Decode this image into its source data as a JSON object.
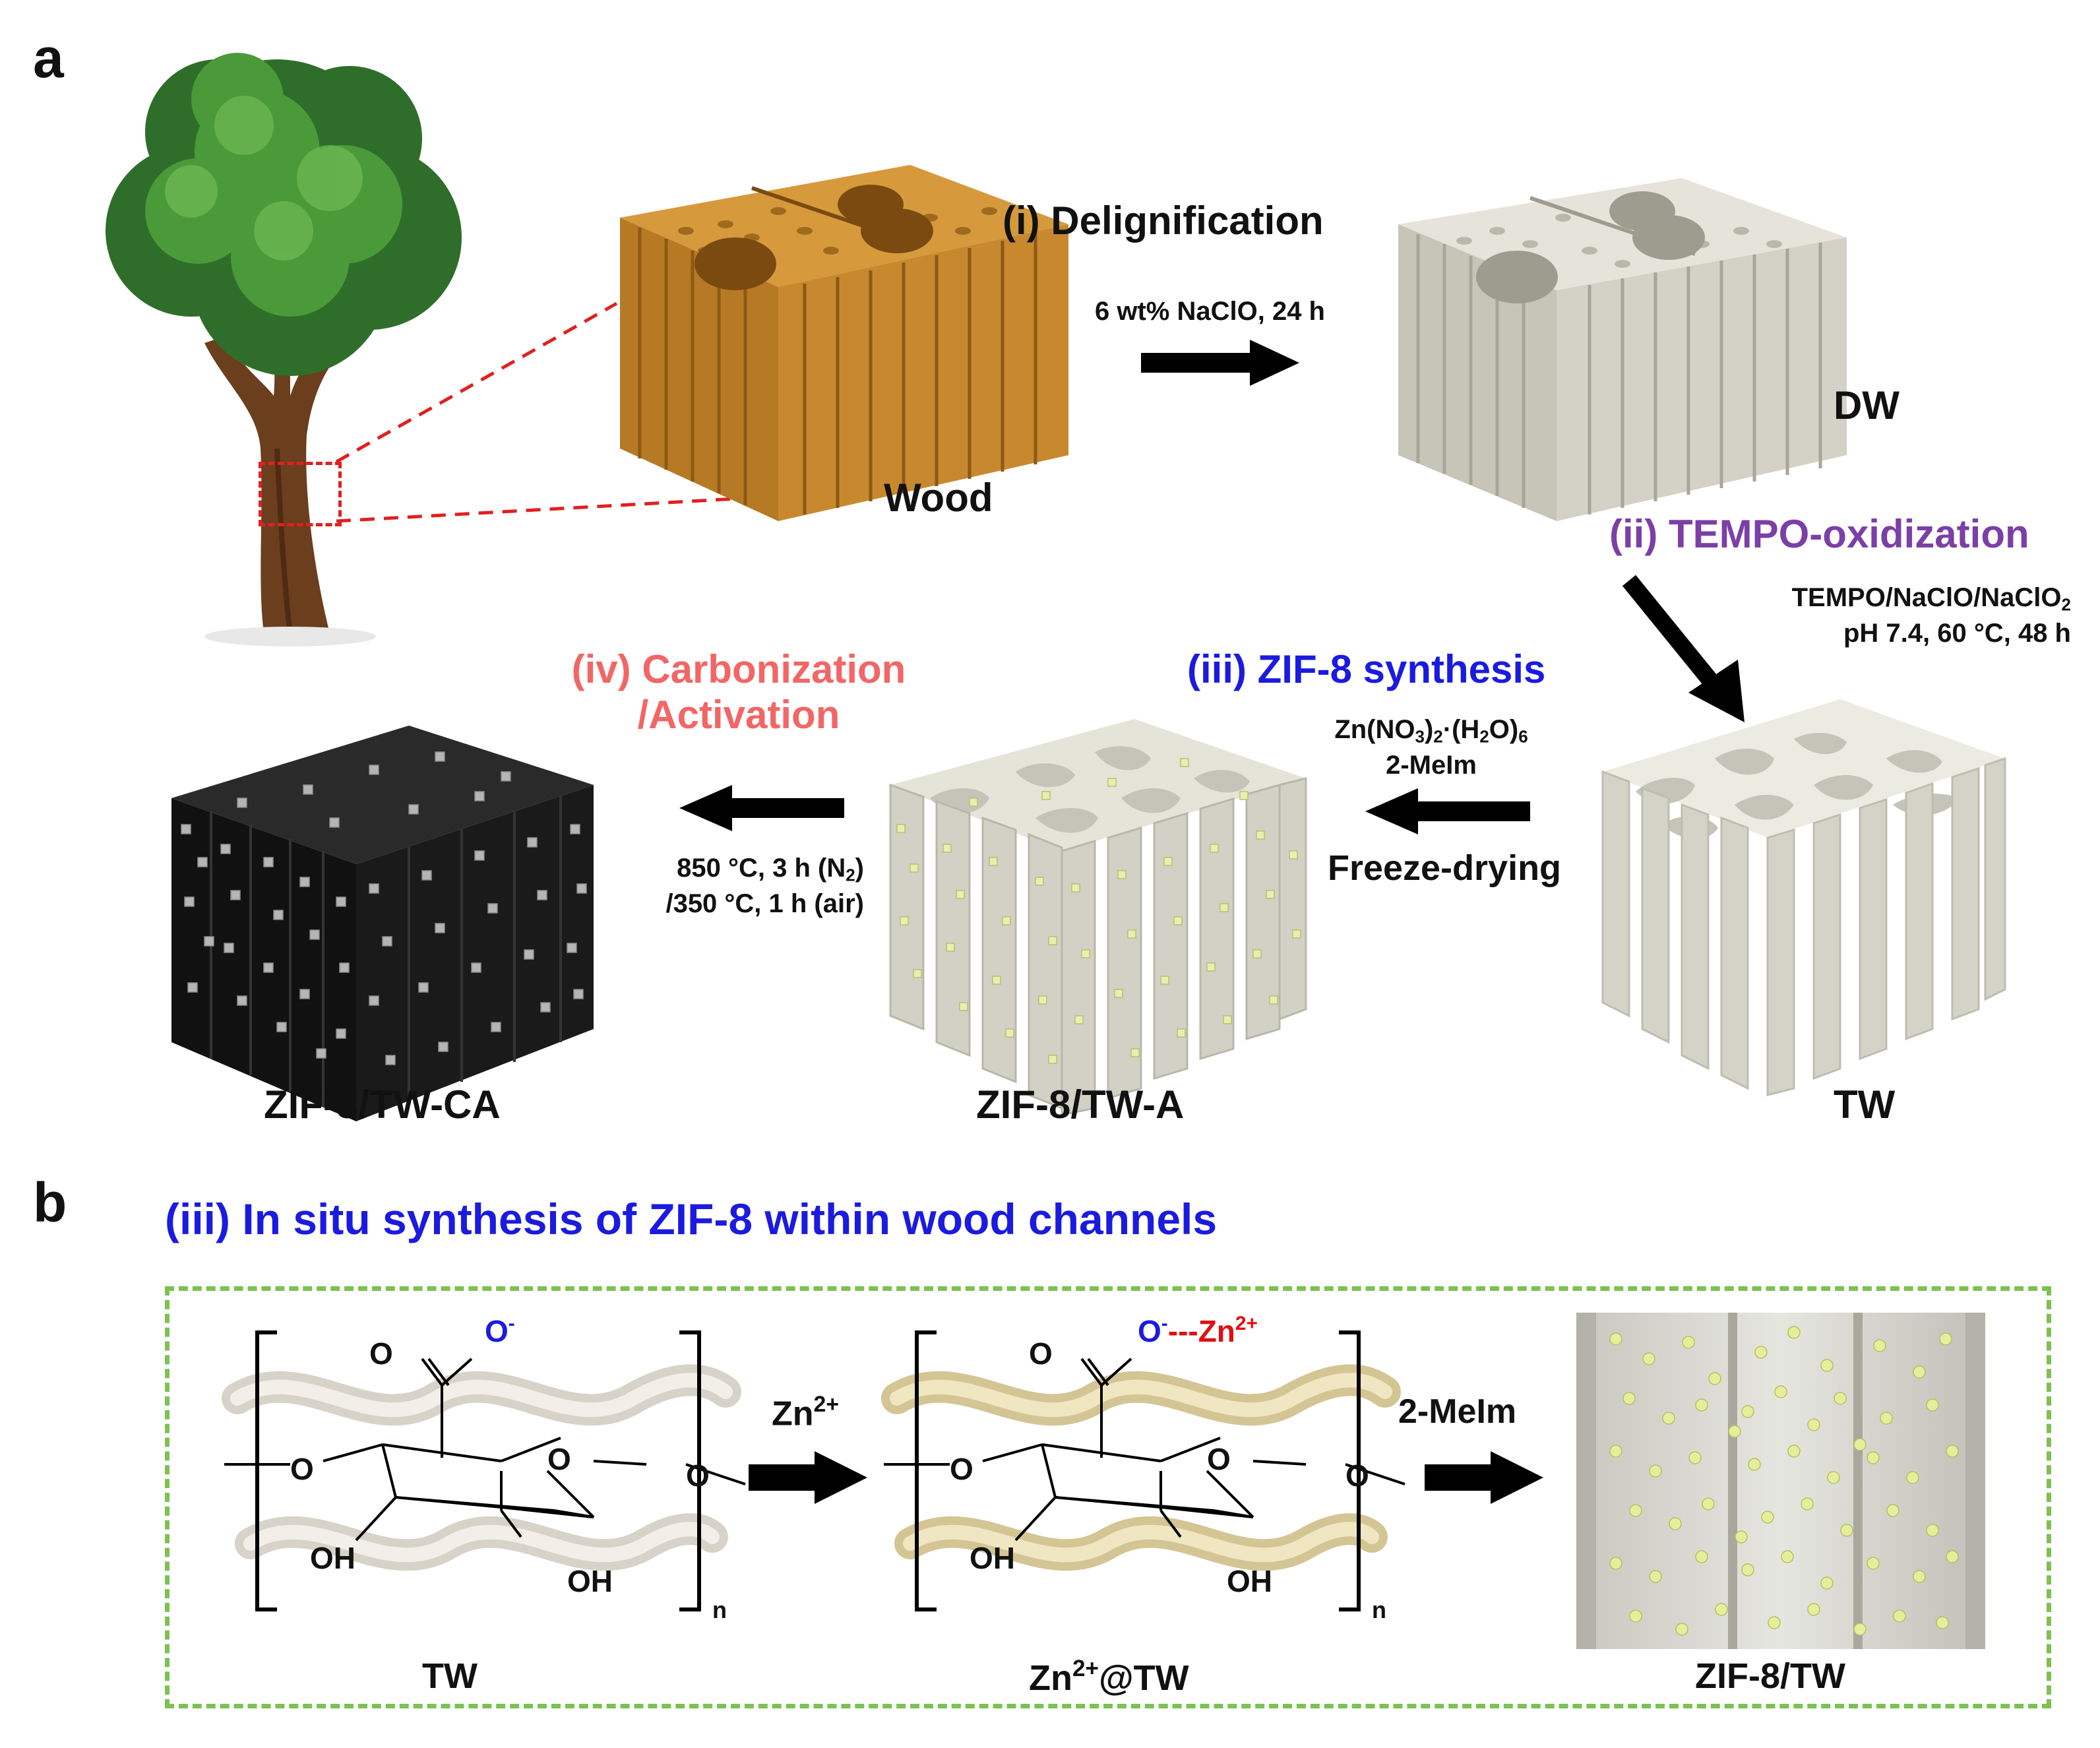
{
  "panels": {
    "a": "a",
    "b": "b"
  },
  "panel_a": {
    "samples": {
      "wood": "Wood",
      "dw": "DW",
      "tw": "TW",
      "zif8_tw_a": "ZIF-8/TW-A",
      "zif8_tw_ca": "ZIF-8/TW-CA"
    },
    "steps": {
      "i": {
        "title": "(i) Delignification",
        "conditions": [
          "6 wt%  NaClO, 24 h"
        ]
      },
      "ii": {
        "title": "(ii) TEMPO-oxidization",
        "conditions": [
          "TEMPO/NaClO/NaClO",
          "2",
          "pH 7.4, 60 °C, 48 h"
        ]
      },
      "iii": {
        "title": "(iii) ZIF-8 synthesis",
        "conditions": [
          "2-MeIm",
          "Freeze-drying"
        ]
      },
      "iv": {
        "title_line1": "(iv) Carbonization",
        "title_line2": "/Activation",
        "conditions": [
          "850 °C, 3 h (N",
          "2",
          ")",
          "/350 °C, 1 h (air)"
        ]
      }
    }
  },
  "panel_b": {
    "title": "(iii) In situ synthesis of ZIF-8 within wood channels",
    "arrow1": "Zn",
    "arrow1_sup": "2+",
    "arrow2": "2-MeIm",
    "structures": {
      "tw": "TW",
      "zn_tw": "@TW",
      "zn_tw_prefix": "Zn",
      "zn_tw_sup": "2+",
      "zif8_tw": "ZIF-8/TW"
    },
    "chem_labels": {
      "o": "O",
      "o_minus": "O",
      "minus": "-",
      "oh": "OH",
      "n": "n",
      "zn_bond": "---Zn",
      "zn_sup": "2+"
    }
  },
  "colors": {
    "step_ii": "#7b3fa6",
    "step_iii": "#1b1be0",
    "step_iv": "#f26666",
    "dashed_box": "#7cc151",
    "zoom_lines": "#e02020",
    "wood": "#c8892e",
    "dw": "#d4d2c6",
    "tw": "#d8d8cc",
    "zif_particles": "#e8efb0",
    "carbon": "#1a1a1a"
  }
}
